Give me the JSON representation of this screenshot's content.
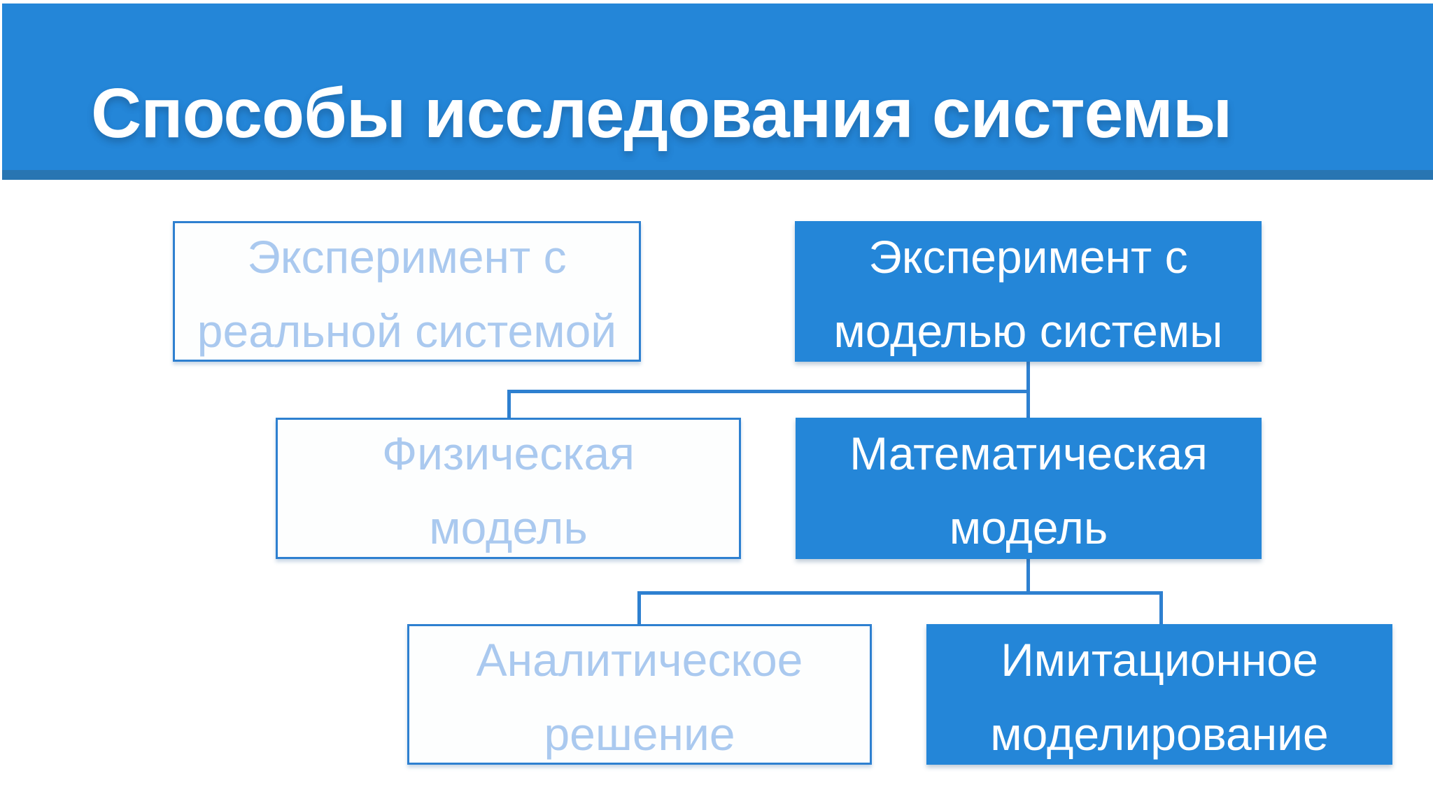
{
  "slide": {
    "title": "Способы исследования системы",
    "colors": {
      "primary_blue": "#2486d8",
      "header_stripe": "#2875b2",
      "box_border": "#2e80d0",
      "connector": "#2e80d0",
      "muted_text": "#aac9ef",
      "text_on_blue": "#ffffff",
      "background": "#ffffff"
    },
    "diagram": {
      "nodes": [
        {
          "id": "real-system-experiment",
          "text": "Эксперимент с\nреальной системой",
          "variant": "outline"
        },
        {
          "id": "model-system-experiment",
          "text": "Эксперимент с\nмоделью системы",
          "variant": "filled"
        },
        {
          "id": "physical-model",
          "text": "Физическая\nмодель",
          "variant": "outline"
        },
        {
          "id": "mathematical-model",
          "text": "Математическая\nмодель",
          "variant": "filled"
        },
        {
          "id": "analytical-solution",
          "text": "Аналитическое\nрешение",
          "variant": "outline"
        },
        {
          "id": "simulation-modeling",
          "text": "Имитационное\nмоделирование",
          "variant": "filled"
        }
      ]
    }
  }
}
